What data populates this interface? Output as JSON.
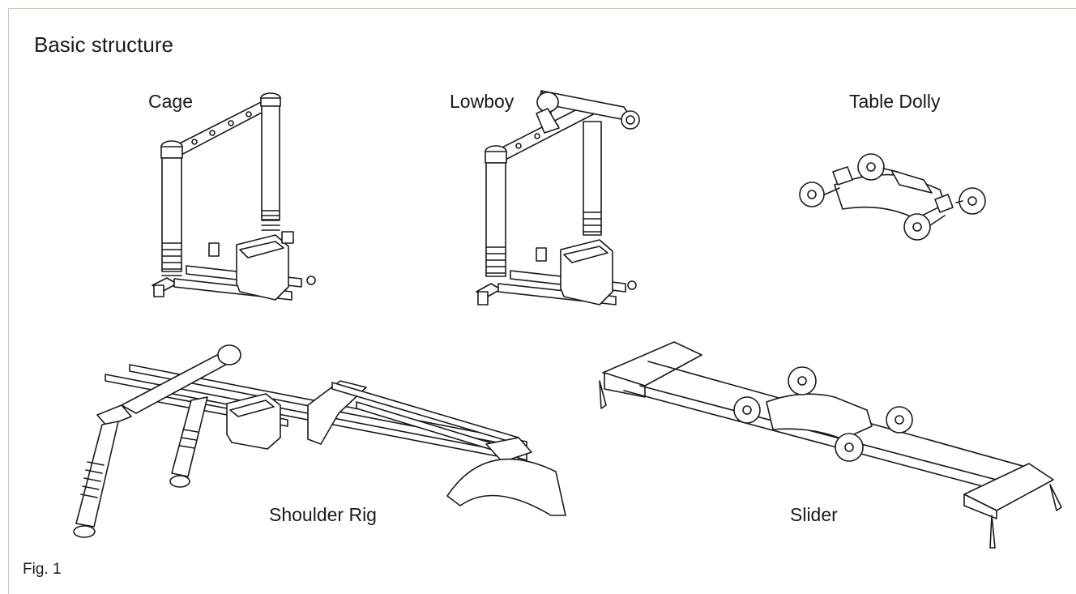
{
  "heading": "Basic structure",
  "labels": {
    "cage": "Cage",
    "lowboy": "Lowboy",
    "table_dolly": "Table Dolly",
    "shoulder_rig": "Shoulder Rig",
    "slider": "Slider"
  },
  "figure_caption": "Fig. 1"
}
